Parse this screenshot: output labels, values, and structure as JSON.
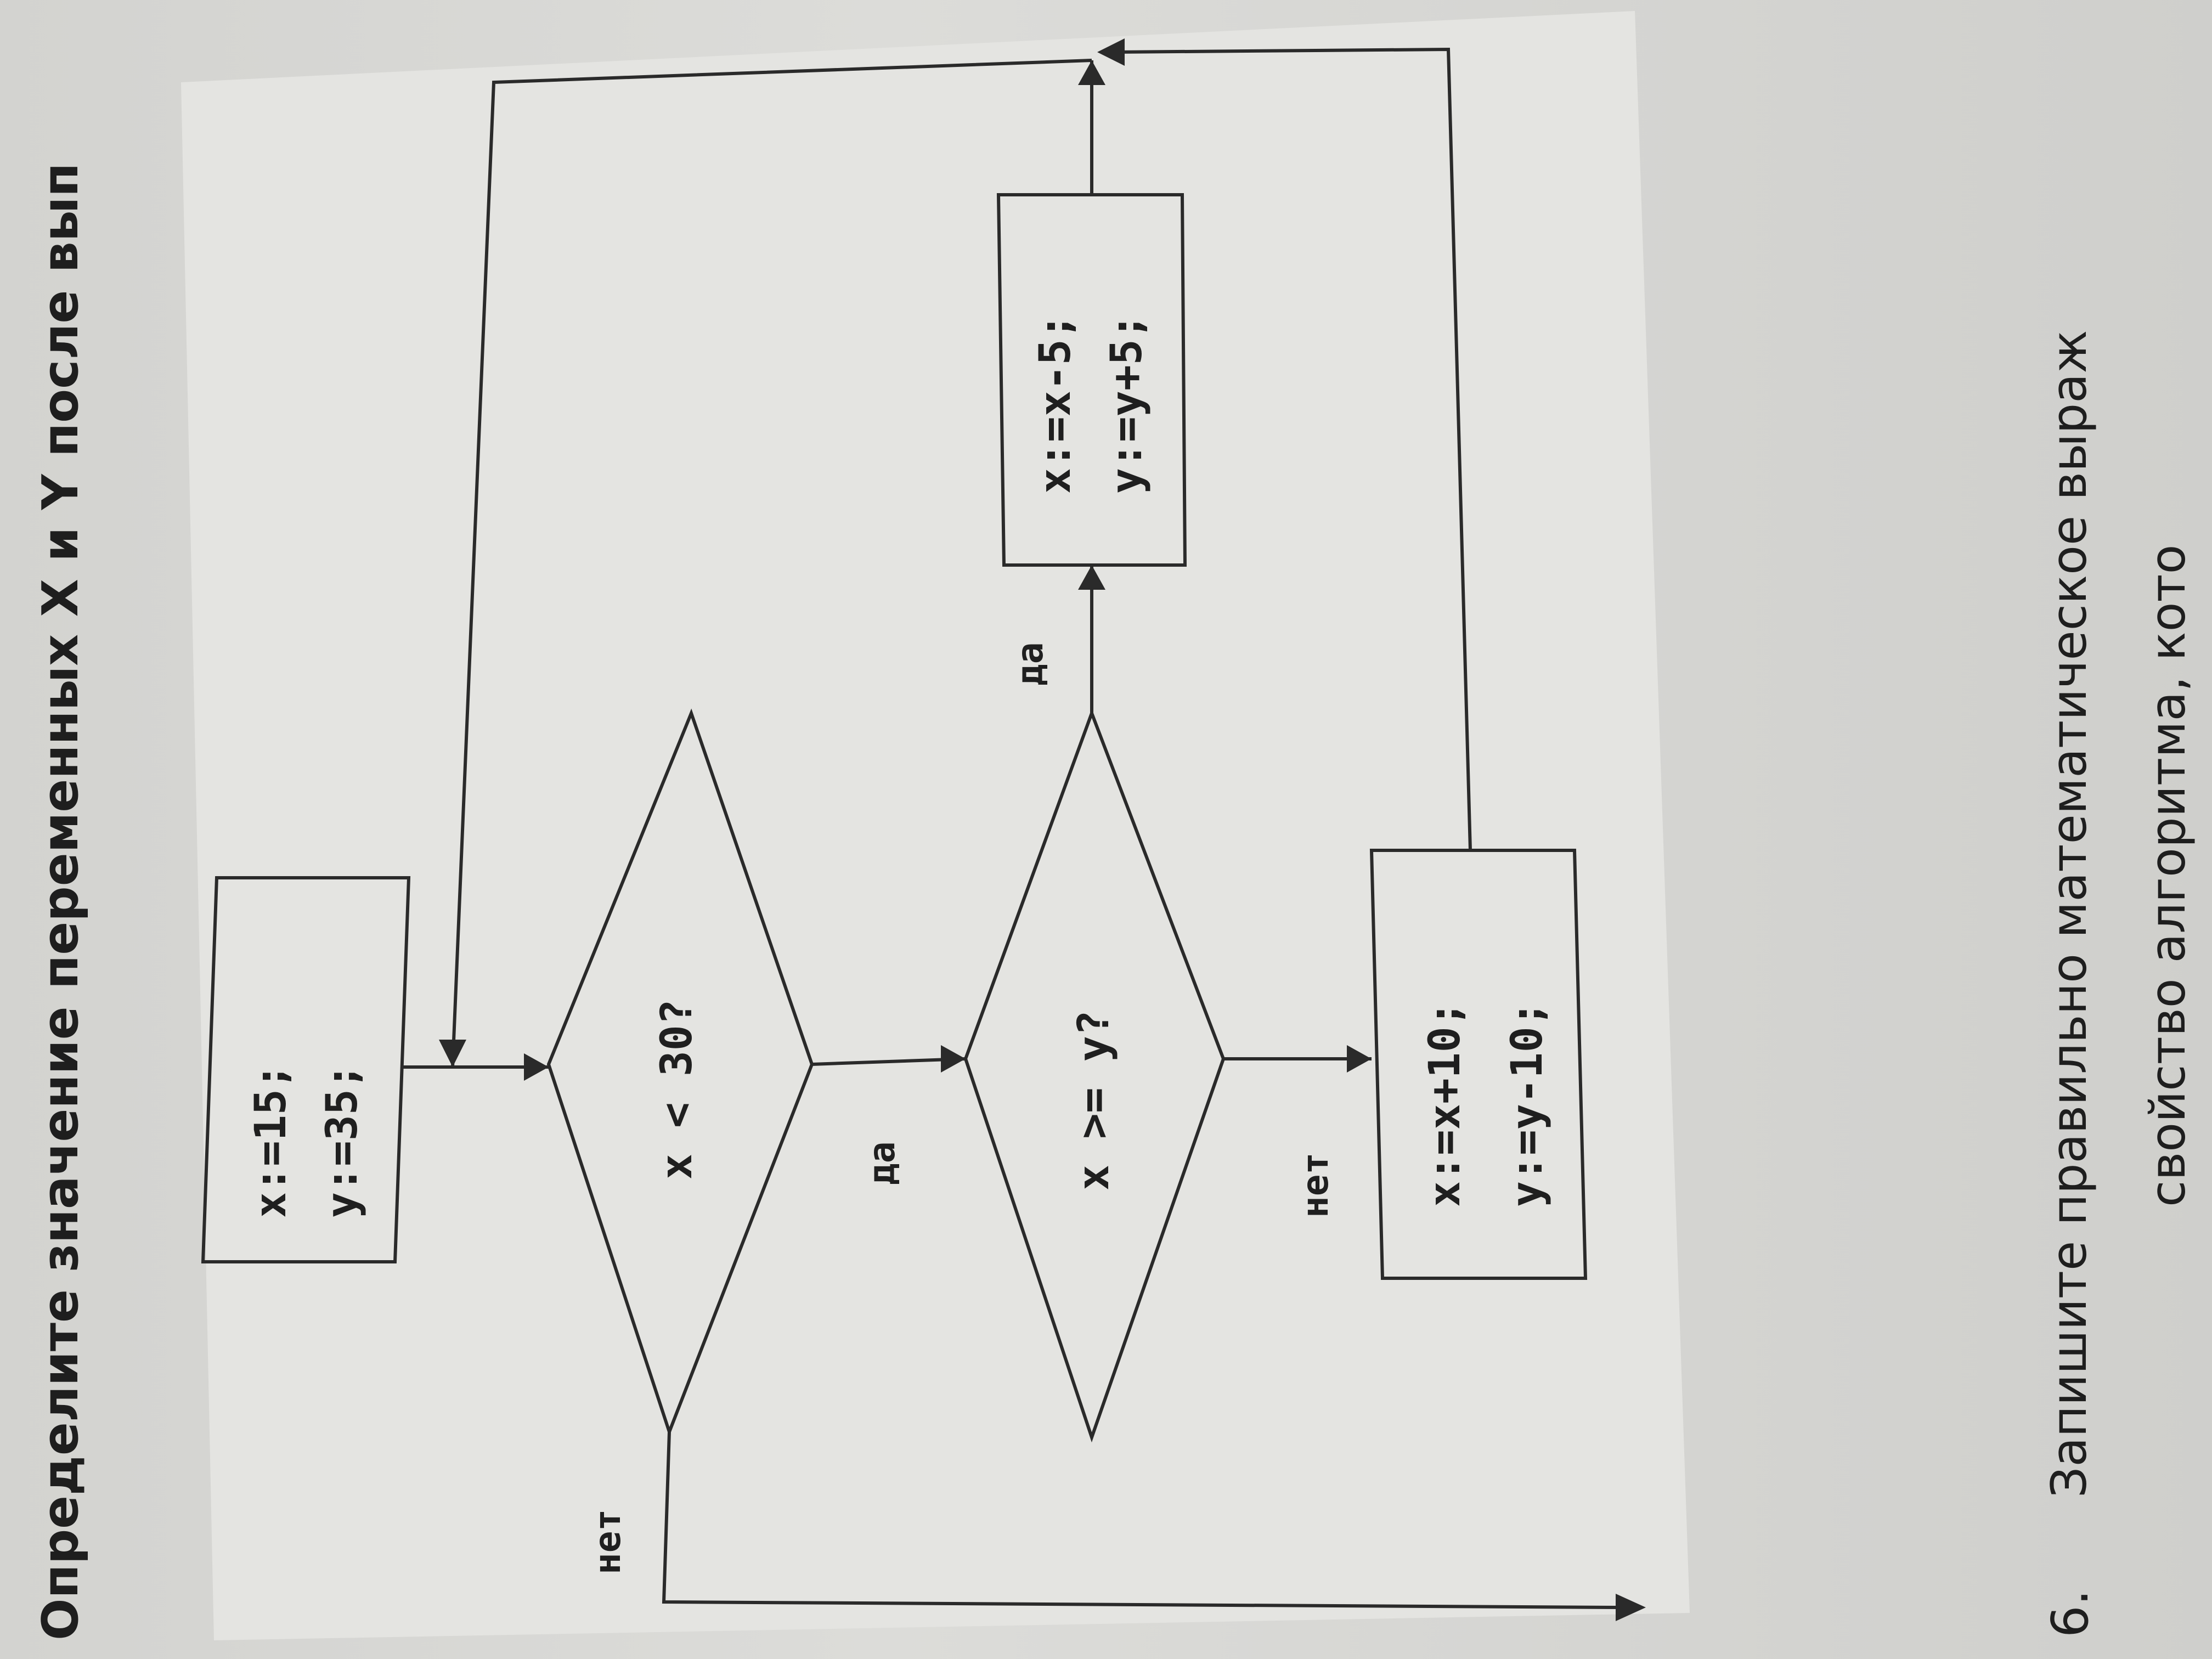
{
  "task5": {
    "question": "Определите значение переменных X и Y после вып"
  },
  "flowchart": {
    "init": {
      "line1": "x:=15;",
      "line2": "y:=35;"
    },
    "cond1": "x < 30?",
    "cond2": "x >= y?",
    "yes_label": "да",
    "no_label": "нет",
    "yes_box": {
      "line1": "x:=x-5;",
      "line2": "y:=y+5;"
    },
    "no_box": {
      "line1": "x:=x+10;",
      "line2": "y:=y-10;"
    }
  },
  "task6": {
    "number": "6.",
    "text_line1": "Запишите правильно математическое выраж",
    "text_line2": "свойство алгоритма, кото"
  }
}
